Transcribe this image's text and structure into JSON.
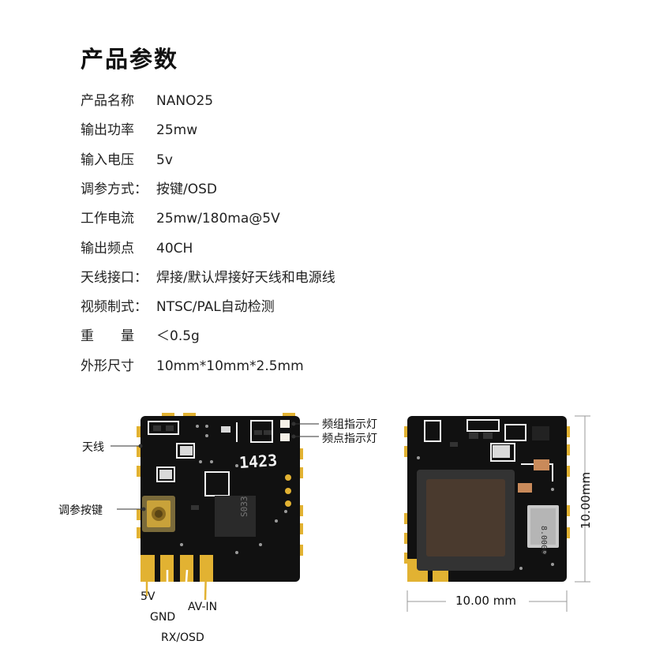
{
  "title": "产品参数",
  "specs": [
    {
      "label": "产品名称",
      "value": "NANO25"
    },
    {
      "label": "输出功率",
      "value": "25mw"
    },
    {
      "label": "输入电压",
      "value": "5v"
    },
    {
      "label": "调参方式：",
      "value": "按键/OSD"
    },
    {
      "label": "工作电流",
      "value": "25mw/180ma@5V"
    },
    {
      "label": "输出频点",
      "value": "40CH"
    },
    {
      "label": "天线接口：",
      "value": "焊接/默认焊接好天线和电源线"
    },
    {
      "label": "视频制式：",
      "value": "NTSC/PAL自动检测"
    },
    {
      "label": "重　　量",
      "value": "＜0.5g"
    },
    {
      "label": "外形尺寸",
      "value": "10mm*10mm*2.5mm"
    }
  ],
  "callouts": {
    "group_led": "频组指示灯",
    "freq_led": "频点指示灯",
    "antenna": "天线",
    "button": "调参按键",
    "pin_5v": "5V",
    "pin_gnd": "GND",
    "pin_rx": "RX/OSD",
    "pin_av": "AV-IN"
  },
  "board_marking": "1423",
  "chip_marking": "S033",
  "crystal_marking": "8.0000",
  "dimensions": {
    "width": "10.00 mm",
    "height": "10.00mm"
  },
  "colors": {
    "pcb": "#111111",
    "gold": "#e2b232",
    "silkscreen": "#f2f2f2",
    "chip": "#2a2a2a",
    "shield": "#4a3a2e"
  }
}
